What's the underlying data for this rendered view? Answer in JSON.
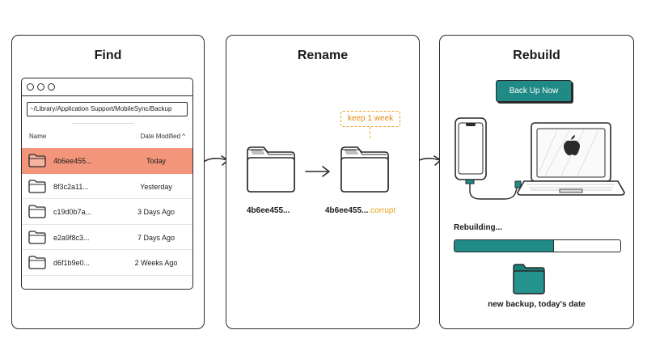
{
  "panels": {
    "find": {
      "title": "Find",
      "path": "~/Library/Application Support/MobileSync/Backup",
      "columns": {
        "name": "Name",
        "date": "Date Modified ^"
      },
      "rows": [
        {
          "name": "4b6ee455...",
          "date": "Today",
          "selected": true
        },
        {
          "name": "8f3c2a11...",
          "date": "Yesterday"
        },
        {
          "name": "c19d0b7a...",
          "date": "3 Days Ago"
        },
        {
          "name": "e2a9f8c3...",
          "date": "7 Days Ago"
        },
        {
          "name": "d6f1b9e0...",
          "date": "2 Weeks Ago"
        }
      ]
    },
    "rename": {
      "title": "Rename",
      "before_label": "4b6ee455...",
      "after_label": "4b6ee455...",
      "after_suffix": ".corrupt",
      "note": "keep 1 week"
    },
    "rebuild": {
      "title": "Rebuild",
      "button_label": "Back Up Now",
      "status": "Rebuilding...",
      "progress": 0.6,
      "caption": "new backup, today's date"
    }
  },
  "colors": {
    "selected_row": "#f3957a",
    "accent_teal": "#1f8a86",
    "note_orange": "#e8a31d",
    "ink": "#2a2a2a"
  },
  "icons": [
    "folder-icon",
    "arrow-right-icon",
    "phone-icon",
    "laptop-icon",
    "apple-logo-icon",
    "cable-icon"
  ]
}
